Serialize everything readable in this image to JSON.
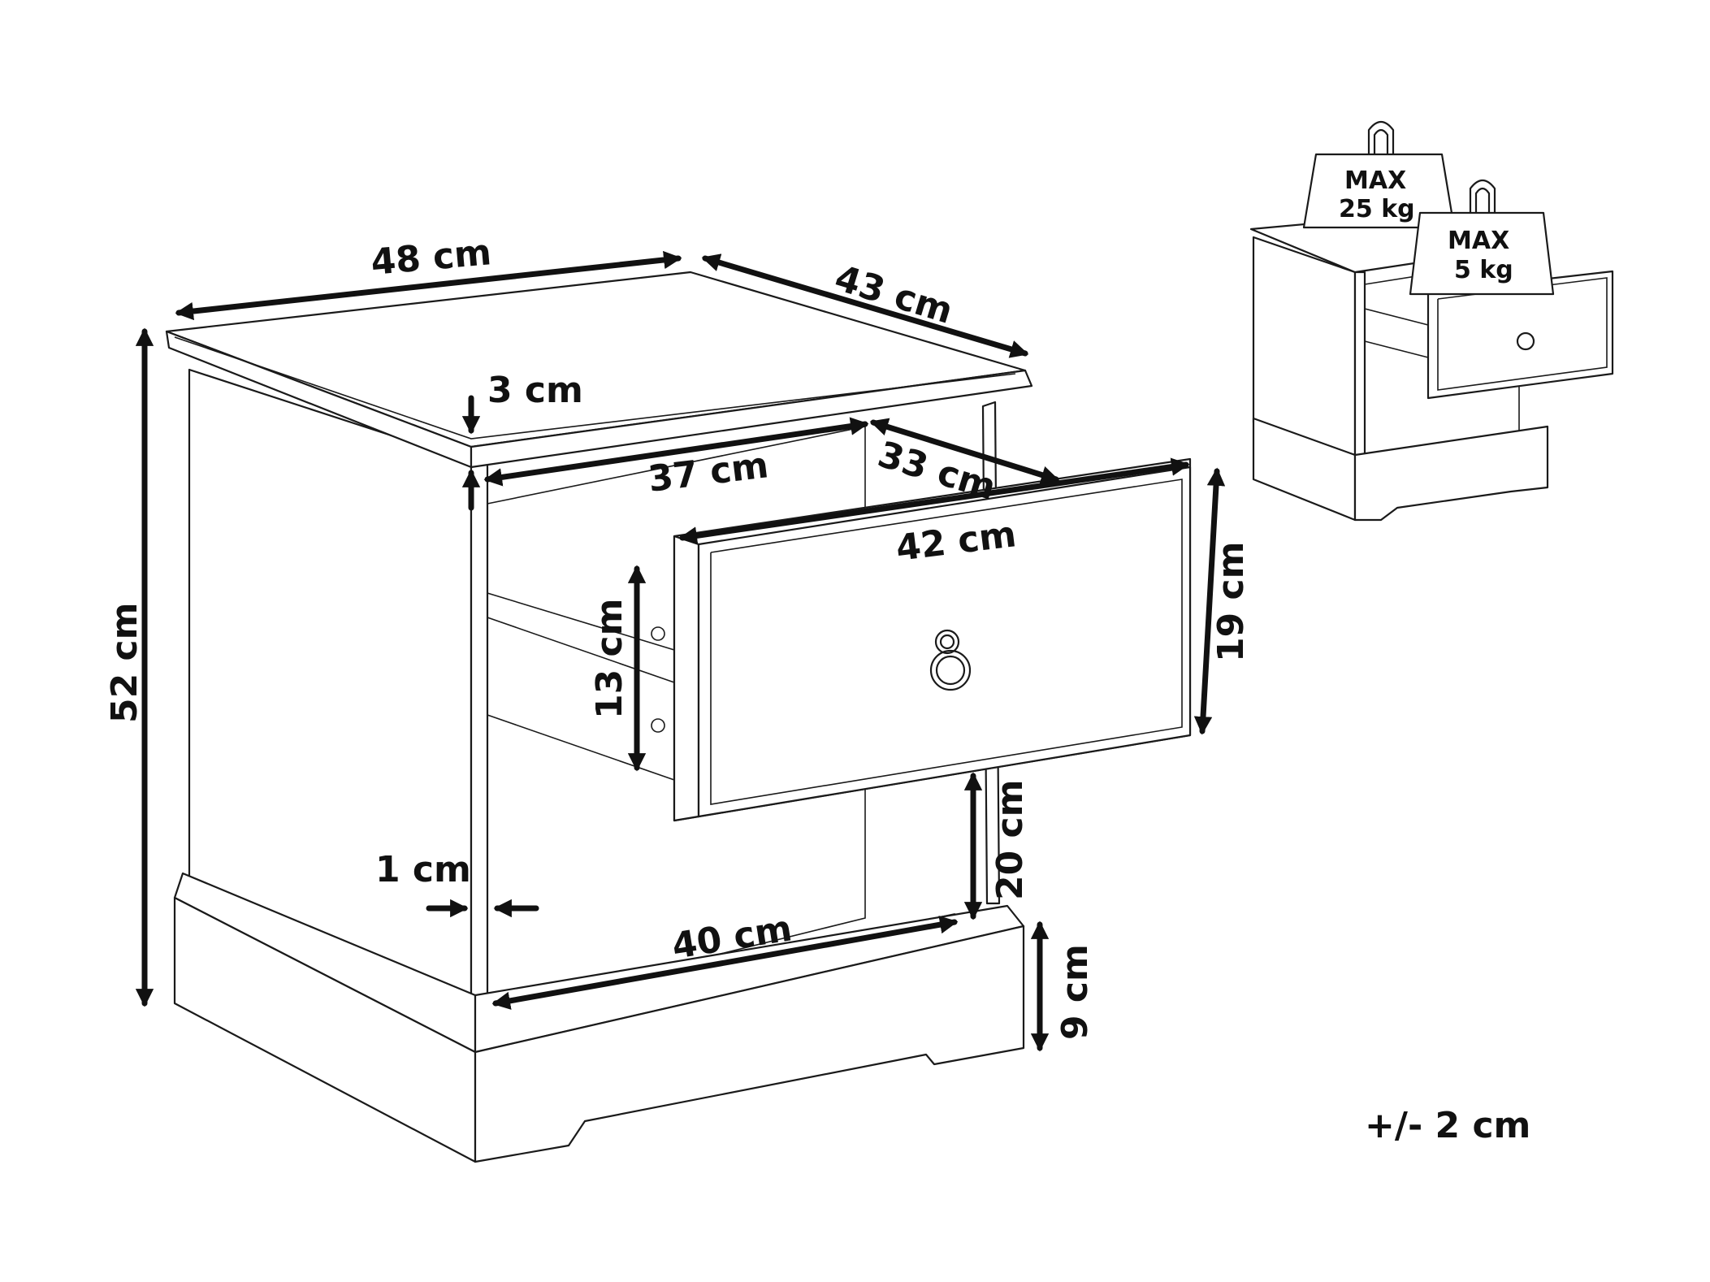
{
  "dimensions": {
    "width_top": "48 cm",
    "depth_top": "43 cm",
    "top_thickness": "3 cm",
    "inner_width": "37 cm",
    "inner_depth": "33 cm",
    "drawer_width": "42 cm",
    "total_height": "52 cm",
    "drawer_height": "19 cm",
    "drawer_inner_height": "13 cm",
    "shelf_gap": "20 cm",
    "side_thickness": "1 cm",
    "bottom_width": "40 cm",
    "base_height": "9 cm"
  },
  "load": {
    "top_label": "MAX",
    "top_value": "25 kg",
    "drawer_label": "MAX",
    "drawer_value": "5 kg"
  },
  "tolerance": "+/- 2 cm"
}
